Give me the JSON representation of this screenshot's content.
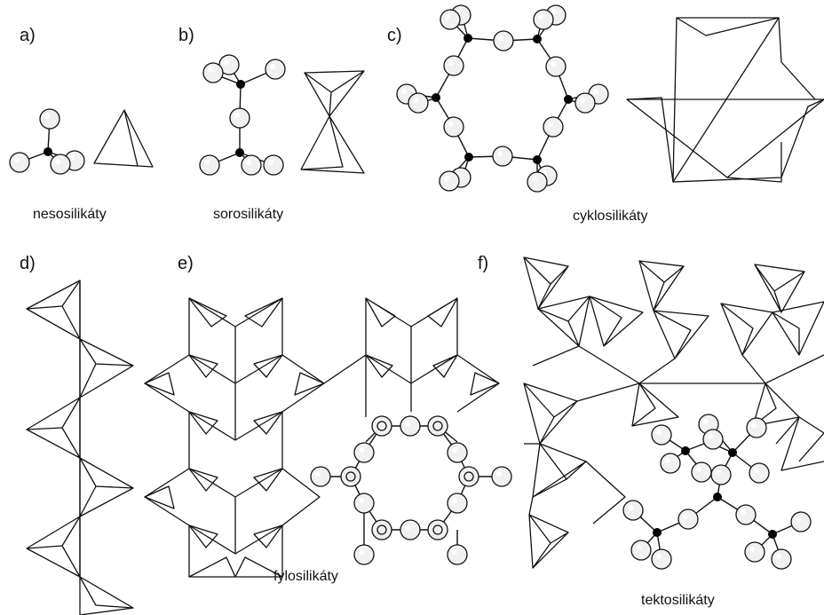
{
  "panels": {
    "a": {
      "letter": "a)",
      "caption": "nesosilikáty"
    },
    "b": {
      "letter": "b)",
      "caption": "sorosilikáty"
    },
    "c": {
      "letter": "c)",
      "caption": "cyklosilikáty"
    },
    "d": {
      "letter": "d)"
    },
    "e": {
      "letter": "e)",
      "caption": "fylosilikáty"
    },
    "f": {
      "letter": "f)",
      "caption": "tektosilikáty"
    }
  },
  "colors": {
    "line": "#111111",
    "silicon": "#000000",
    "oxygen_fill": "#f1f1f1",
    "background": "#ffffff"
  }
}
